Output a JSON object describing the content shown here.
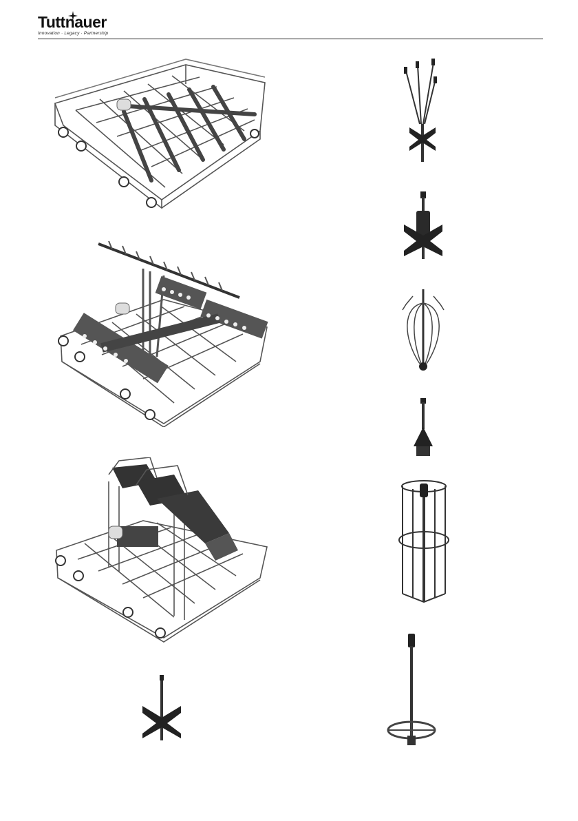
{
  "brand": {
    "name": "Tuttnauer",
    "tagline": "Innovation · Legacy · Partnership"
  },
  "figures": [
    {
      "id": "basket-injector-rails",
      "icon": "wire-basket-with-injector-rails"
    },
    {
      "id": "basket-rake-manifolds",
      "icon": "wire-basket-with-rake-and-nozzle-manifolds"
    },
    {
      "id": "basket-boot-holders",
      "icon": "wire-basket-with-boot-holders"
    },
    {
      "id": "single-nozzle-cross-base",
      "icon": "nozzle-with-cross-base"
    },
    {
      "id": "multi-tube-nozzle",
      "icon": "multi-tube-spray-nozzle"
    },
    {
      "id": "bottle-nozzle",
      "icon": "thick-spray-nozzle-with-cross-base"
    },
    {
      "id": "cage-nozzle",
      "icon": "wire-cage-spray-nozzle"
    },
    {
      "id": "cone-nozzle",
      "icon": "cone-tip-spray-nozzle"
    },
    {
      "id": "cylinder-cage-nozzle",
      "icon": "cylindrical-cage-holder"
    },
    {
      "id": "ring-base-nozzle",
      "icon": "long-nozzle-with-ring-base"
    }
  ]
}
